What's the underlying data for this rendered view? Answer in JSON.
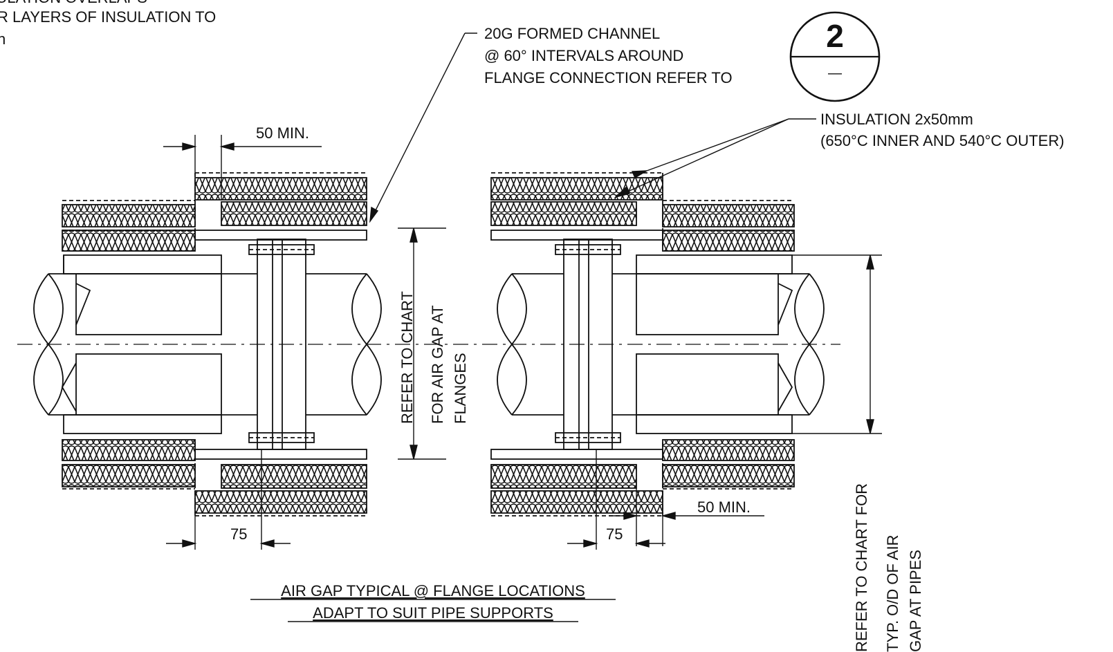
{
  "colors": {
    "ink": "#111111",
    "paper": "#ffffff"
  },
  "notes": {
    "top_left_line1": "ENSURE INSULATION OVERLAPS",
    "top_left_line2": "R LAYERS OF INSULATION TO",
    "top_left_line3": "n"
  },
  "channel_note": {
    "line1": "20G FORMED CHANNEL",
    "line2": "@ 60° INTERVALS AROUND",
    "line3": "FLANGE  CONNECTION REFER TO"
  },
  "detail_ref": {
    "number": "2",
    "sheet": "—"
  },
  "insulation_note": {
    "line1": "INSULATION 2x50mm",
    "line2": "(650°C INNER AND 540°C OUTER)"
  },
  "dims": {
    "min_left": "50 MIN.",
    "min_right": "50  MIN.",
    "overlap_left": "75",
    "overlap_right": "75"
  },
  "flange_gap_note": {
    "line1": "REFER TO CHART",
    "line2": "FOR AIR GAP AT",
    "line3": "FLANGES"
  },
  "pipe_gap_note": {
    "line1": "REFER TO CHART FOR",
    "line2": "TYP. O/D OF AIR",
    "line3": "GAP AT PIPES"
  },
  "caption": {
    "line1": "AIR GAP TYPICAL @ FLANGE LOCATIONS",
    "line2": "ADAPT TO SUIT PIPE SUPPORTS"
  }
}
